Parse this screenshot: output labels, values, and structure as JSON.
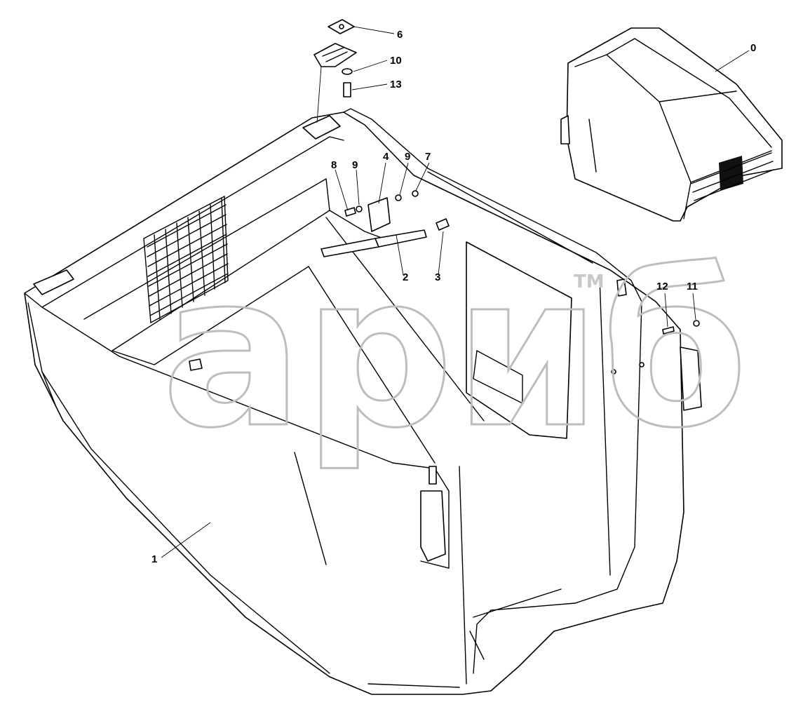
{
  "diagram": {
    "callouts": [
      "0",
      "1",
      "2",
      "3",
      "4",
      "6",
      "7",
      "8",
      "9",
      "9",
      "10",
      "11",
      "12",
      "13"
    ],
    "watermark": {
      "logo_text": "ариб",
      "trademark": "TM"
    },
    "colors": {
      "line": "#000000",
      "background": "#ffffff",
      "watermark": "#bdbdbd"
    }
  }
}
